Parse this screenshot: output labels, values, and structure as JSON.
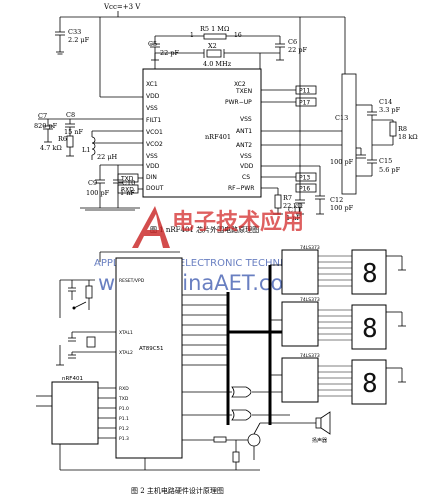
{
  "fig1": {
    "vcc": "Vcc=+3 V",
    "chip_name": "nRF401",
    "xtal_label": "X2",
    "xtal_freq": "4.0 MHz",
    "r5": "R5 1 MΩ",
    "pin1": "1",
    "pin16": "16",
    "c33": "C33",
    "c33v": "2.2 μF",
    "c5": "C5",
    "c5v": "22 pF",
    "c6": "C6",
    "c6v": "22 pF",
    "c7": "C7",
    "c7v": "820 pF",
    "c8": "C8",
    "c8v": "15 nF",
    "r6": "R6",
    "r6v": "4.7 kΩ",
    "l1": "L1",
    "l1v": "22 μH",
    "c9": "C9",
    "c9v": "100 pF",
    "c10": "C10",
    "c10v": "1 nF",
    "r7": "R7",
    "r7v": "22 kΩ",
    "c11": "C11",
    "c11v": "1 nF",
    "c12": "C12",
    "c12v": "100 pF",
    "c13": "C13",
    "c13v": "100 pF",
    "c14": "C14",
    "c14v": "3.3 pF",
    "c15": "C15",
    "c15v": "5.6 pF",
    "r8": "R8",
    "r8v": "18 kΩ",
    "left_pins": [
      "XC1",
      "VDD",
      "VSS",
      "FILT1",
      "VCO1",
      "VCO2",
      "VSS",
      "VDD",
      "DIN",
      "DOUT"
    ],
    "right_pins": [
      "XC2",
      "TXEN",
      "PWR−UP",
      "VSS",
      "ANT1",
      "ANT2",
      "VSS",
      "VDD",
      "CS",
      "RF−PWR"
    ],
    "port_labels": [
      "P11",
      "P17",
      "P13",
      "P16"
    ],
    "txd": "TXD",
    "rxd": "RXD",
    "caption": "图 1  nRF401 芯片外围电路原理图"
  },
  "fig2": {
    "mcu": "AT89C51",
    "rf_module": "nRF401",
    "latch1": "74LS373",
    "latch2": "74LS373",
    "latch3": "74LS373",
    "mcu_left_pins": [
      "RESET/VPD",
      "XTAL1",
      "XTAL2",
      "RXD",
      "TXD",
      "P1.0",
      "P1.1",
      "P1.2",
      "P1.3"
    ],
    "speaker": "扬声器",
    "digits": [
      "8",
      "8",
      "8"
    ],
    "caption": "图 2  主机电路硬件设计原理图"
  },
  "watermark": {
    "brand_cn": "电子技术应用",
    "brand_en": "APPLICATION OF ELECTRONIC TECHNIQUE",
    "site": "www.ChinaAET.com"
  },
  "colors": {
    "watermark_red": "#d42a2a",
    "watermark_blue": "#2a4aa8"
  }
}
